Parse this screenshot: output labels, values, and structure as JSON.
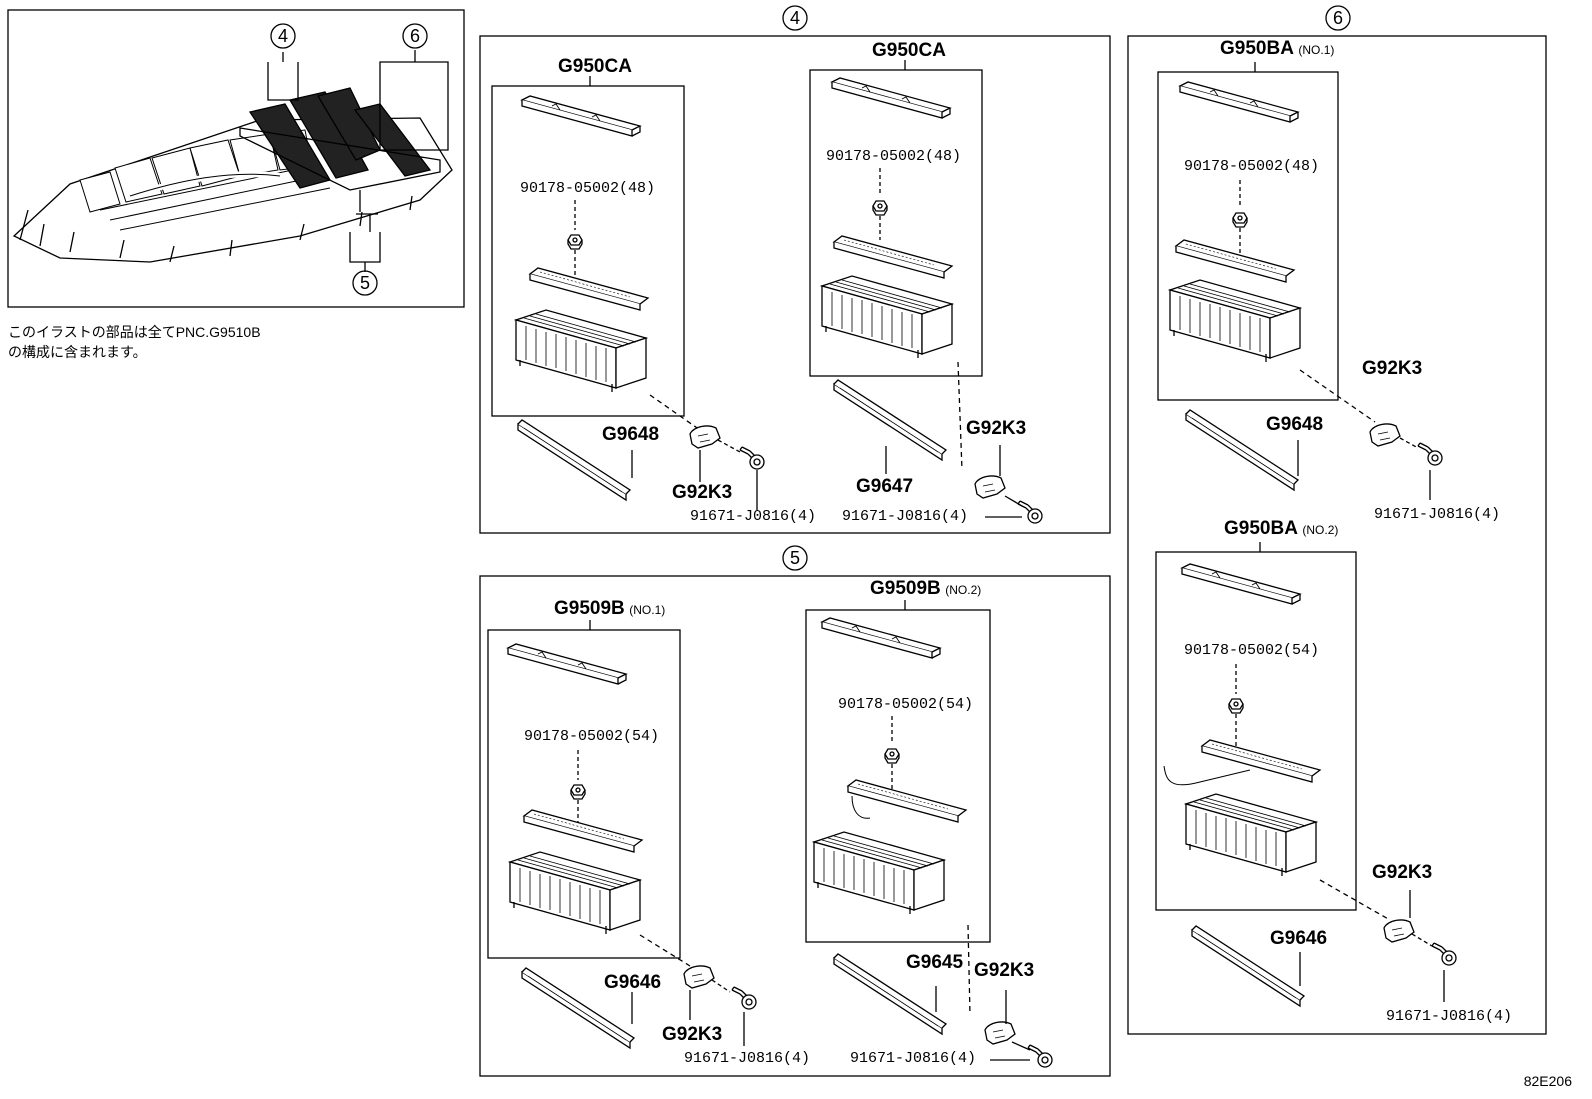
{
  "note": "このイラストの部品は全てPNC.G9510B\nの構成に含まれます。",
  "figure_code": "82E206",
  "callouts": {
    "c4": "4",
    "c5": "5",
    "c6": "6"
  },
  "groups": {
    "g4": {
      "a": {
        "assy": "G950CA",
        "nut": "90178-05002(48)",
        "cover": "G9648",
        "bracket": "G92K3",
        "bolt": "91671-J0816(4)"
      },
      "b": {
        "assy": "G950CA",
        "nut": "90178-05002(48)",
        "cover": "G9647",
        "bracket": "G92K3",
        "bolt": "91671-J0816(4)"
      }
    },
    "g5": {
      "a": {
        "assy": "G9509B",
        "sub": "(NO.1)",
        "nut": "90178-05002(54)",
        "cover": "G9646",
        "bracket": "G92K3",
        "bolt": "91671-J0816(4)"
      },
      "b": {
        "assy": "G9509B",
        "sub": "(NO.2)",
        "nut": "90178-05002(54)",
        "cover": "G9645",
        "bracket": "G92K3",
        "bolt": "91671-J0816(4)"
      }
    },
    "g6": {
      "a": {
        "assy": "G950BA",
        "sub": "(NO.1)",
        "nut": "90178-05002(48)",
        "cover": "G9648",
        "bracket": "G92K3",
        "bolt": "91671-J0816(4)"
      },
      "b": {
        "assy": "G950BA",
        "sub": "(NO.2)",
        "nut": "90178-05002(54)",
        "cover": "G9646",
        "bracket": "G92K3",
        "bolt": "91671-J0816(4)"
      }
    }
  }
}
